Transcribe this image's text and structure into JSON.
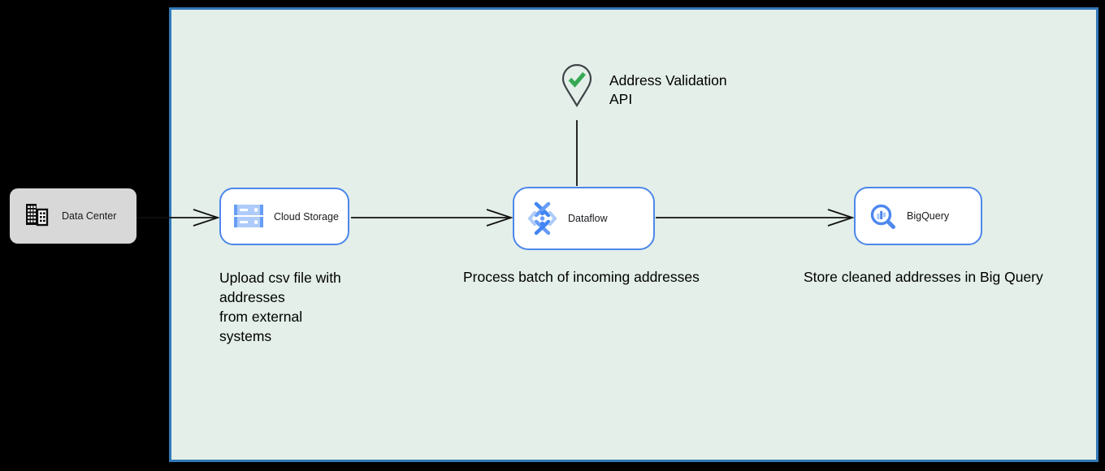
{
  "panel": {
    "fill": "#e3efe8",
    "border_color": "#3279b7"
  },
  "external_node": {
    "label": "Data Center",
    "icon": "building-icon",
    "fill": "#d8d8d8"
  },
  "nodes": {
    "cloud_storage": {
      "label": "Cloud Storage",
      "icon": "cloud-storage-icon",
      "caption": "Upload csv file with\naddresses\nfrom external\nsystems"
    },
    "dataflow": {
      "label": "Dataflow",
      "icon": "dataflow-icon",
      "caption": "Process batch of incoming addresses"
    },
    "bigquery": {
      "label": "BigQuery",
      "icon": "bigquery-icon",
      "caption": "Store cleaned addresses in Big Query"
    }
  },
  "annotation": {
    "label": "Address Validation\nAPI",
    "icon": "map-pin-check-icon",
    "check_color": "#34a853",
    "pin_outline_color": "#3f4347"
  },
  "colors": {
    "node_border": "#4d87ea",
    "arrow": "#111111",
    "icon_blue": "#4285f4",
    "icon_blue_medium": "#669df6",
    "icon_blue_light": "#aecbfa"
  }
}
